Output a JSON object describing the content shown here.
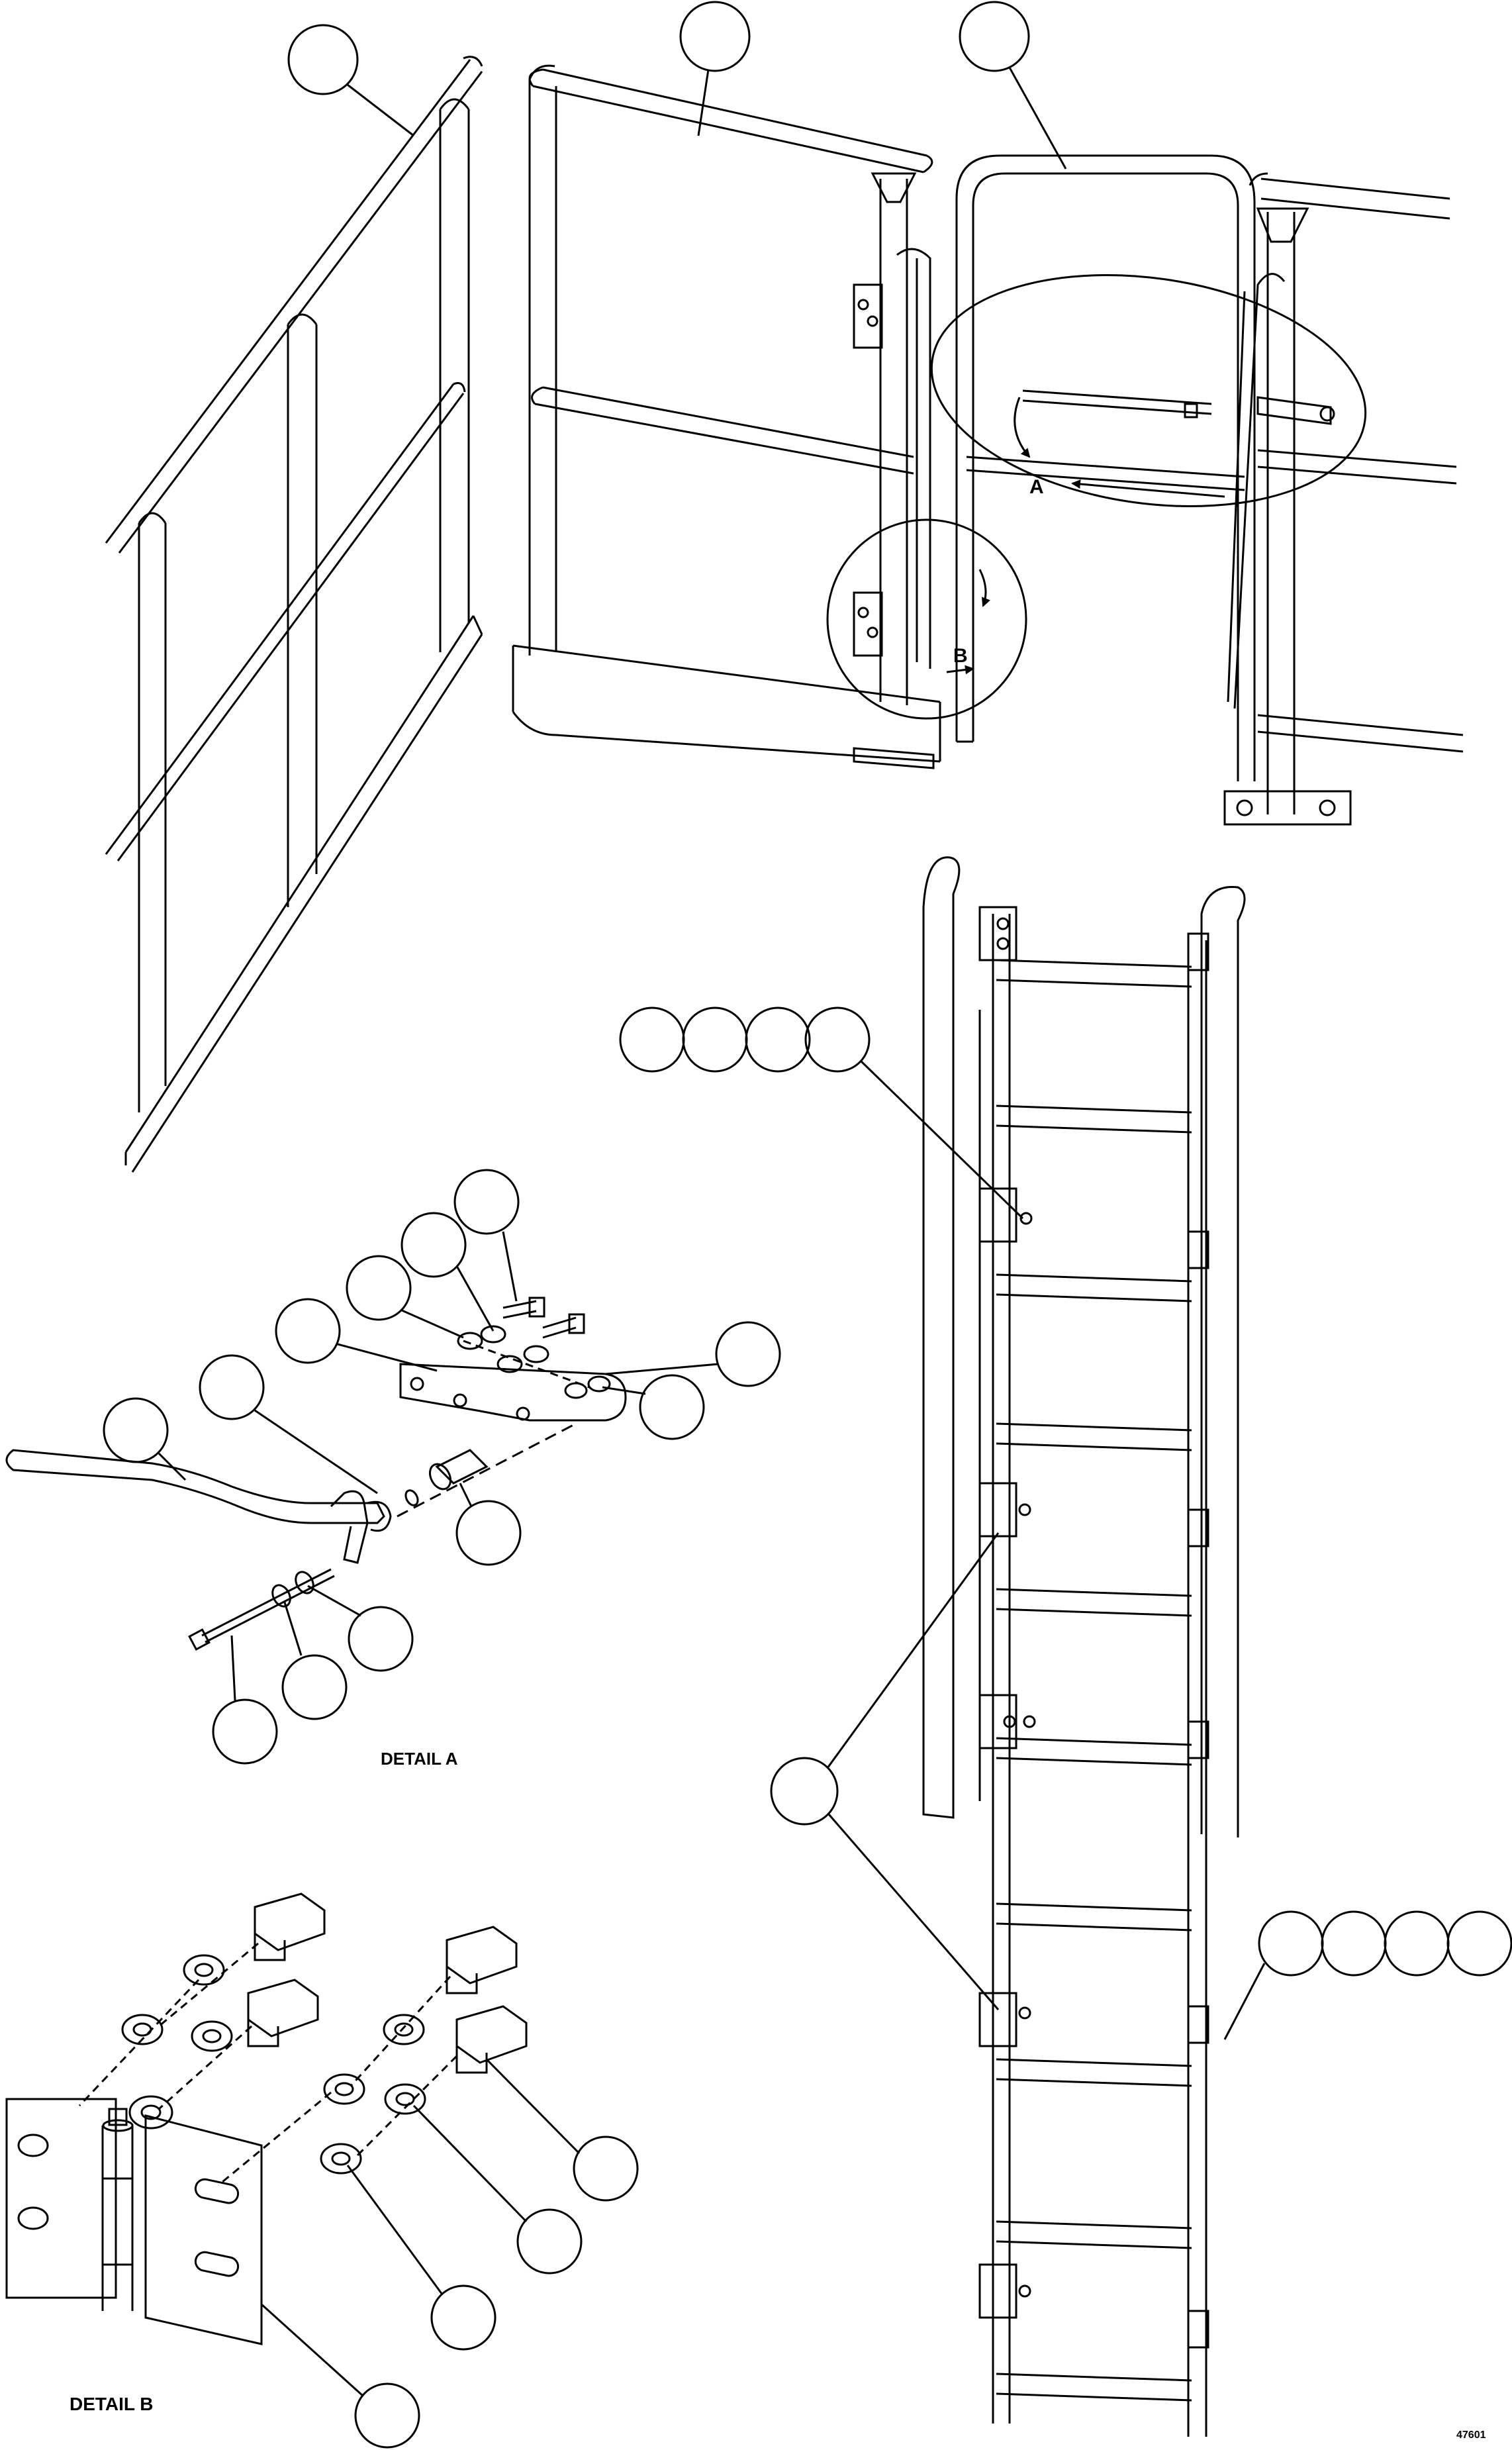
{
  "labels": {
    "detail_a": "DETAIL A",
    "detail_b": "DETAIL B",
    "view_a": "A",
    "view_b": "B",
    "drawing_number": "47601"
  },
  "colors": {
    "line": "#000000",
    "background": "#ffffff"
  }
}
